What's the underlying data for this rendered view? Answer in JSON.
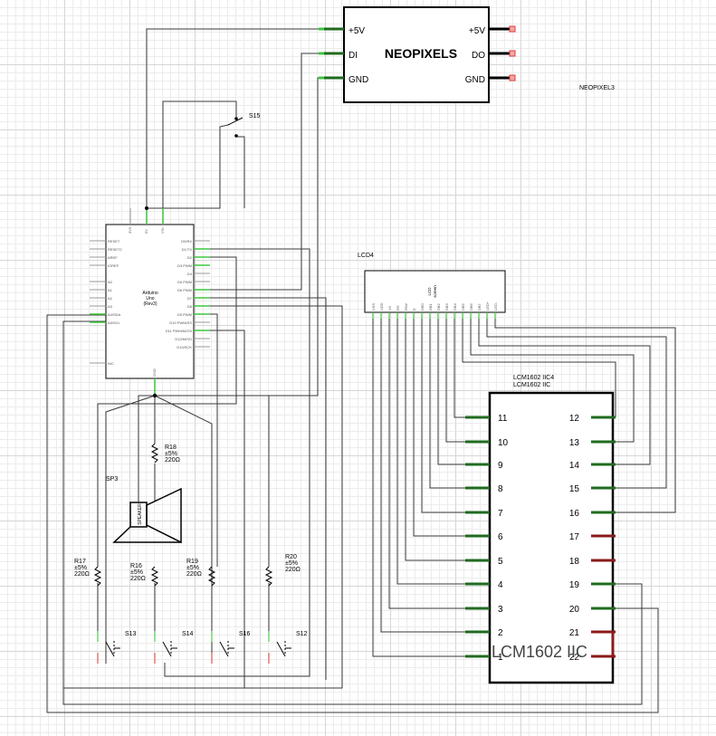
{
  "neopixel": {
    "name": "NEOPIXELS",
    "label": "NEOPIXEL3",
    "pins_left": [
      "+5V",
      "DI",
      "GND"
    ],
    "pins_right": [
      "+5V",
      "DO",
      "GND"
    ]
  },
  "switch_s15": "S15",
  "arduino": {
    "title_lines": [
      "Arduino",
      "Uno",
      "(Rev3)"
    ],
    "left_pins": [
      "RESET",
      "RESET2",
      "AREF",
      "IOREF",
      "A0",
      "A1",
      "A2",
      "A3",
      "A4/SDA",
      "A5/SCL",
      "N/C"
    ],
    "right_pins": [
      "D0/RX",
      "D1/TX",
      "D2",
      "D3 PWM",
      "D4",
      "D5 PWM",
      "D6 PWM",
      "D7",
      "D8",
      "D9 PWM",
      "D10 PWM/SS",
      "D11 PWM/MOSI",
      "D12/MISO",
      "D13/SCK"
    ],
    "top_pins": [
      "3V3",
      "5V",
      "VIN"
    ],
    "bottom_pin": "GND"
  },
  "lcd4": {
    "label": "LCD4",
    "screen_text": [
      "LCD",
      "screen"
    ],
    "pins": [
      "VSS",
      "VDD",
      "V0",
      "RS",
      "R/W",
      "E",
      "DB0",
      "DB1",
      "DB2",
      "DB3",
      "DB4",
      "DB5",
      "DB6",
      "DB7",
      "LED+",
      "LED-"
    ]
  },
  "lcm": {
    "label_lines": [
      "LCM1602 IIC4",
      "LCM1602 IIC"
    ],
    "name": "LCM1602 IIC",
    "left_pins": [
      "11",
      "10",
      "9",
      "8",
      "7",
      "6",
      "5",
      "4",
      "3",
      "2",
      "1"
    ],
    "right_pins": [
      "12",
      "13",
      "14",
      "15",
      "16",
      "17",
      "18",
      "19",
      "20",
      "21",
      "22"
    ]
  },
  "sp3": {
    "label": "SP3",
    "body": "SPEAKER"
  },
  "r18": {
    "lines": [
      "R18",
      "±5%",
      "220Ω"
    ]
  },
  "r17": {
    "lines": [
      "R17",
      "±5%",
      "220Ω"
    ]
  },
  "r16": {
    "lines": [
      "R16",
      "±5%",
      "220Ω"
    ]
  },
  "r19": {
    "lines": [
      "R19",
      "±5%",
      "220Ω"
    ]
  },
  "r20": {
    "lines": [
      "R20",
      "±5%",
      "220Ω"
    ]
  },
  "switches": [
    "S13",
    "S14",
    "S16",
    "S12"
  ],
  "colors": {
    "wire": "#3a3a3a",
    "pin_green": "#1f6b1f",
    "pin_red": "#8b1a1a",
    "pin_bright_green": "#3cc83c",
    "pin_bright_red": "#e03c3c"
  }
}
